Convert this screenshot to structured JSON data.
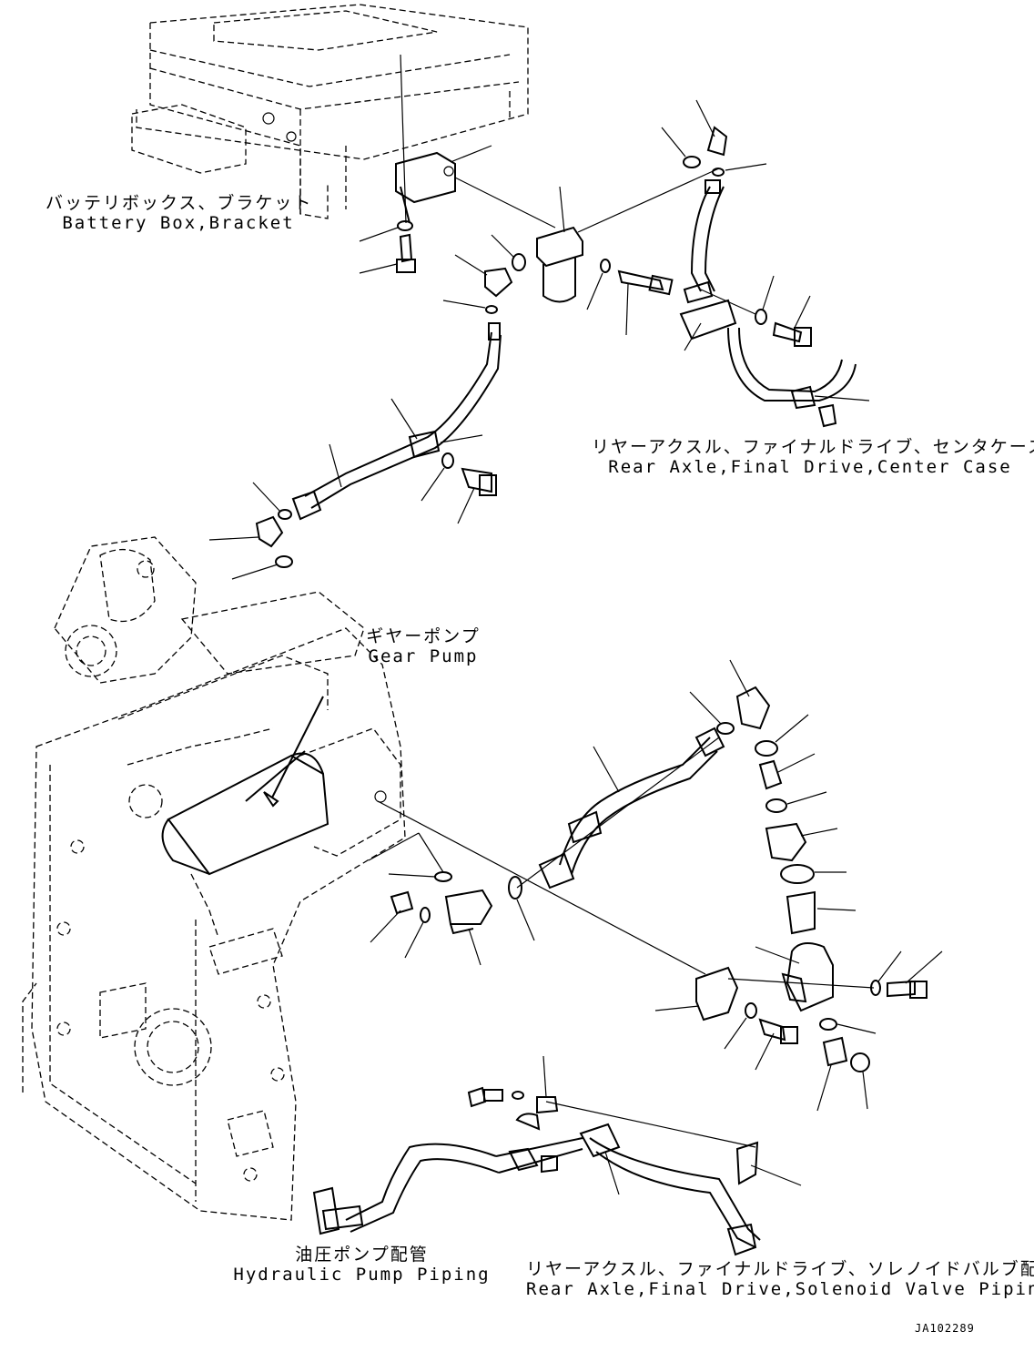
{
  "labels": {
    "battery_box": {
      "ja": "バッテリボックス、ブラケット",
      "en": "Battery Box,Bracket"
    },
    "center_case": {
      "ja": "リヤーアクスル、ファイナルドライブ、センタケース",
      "en": "Rear Axle,Final Drive,Center Case"
    },
    "gear_pump": {
      "ja": "ギヤーポンプ",
      "en": "Gear Pump"
    },
    "hydraulic_piping": {
      "ja": "油圧ポンプ配管",
      "en": "Hydraulic Pump Piping"
    },
    "solenoid_piping": {
      "ja": "リヤーアクスル、ファイナルドライブ、ソレノイドバルブ配管",
      "en": "Rear Axle,Final Drive,Solenoid Valve Piping"
    }
  },
  "drawing_code": "JA102289"
}
